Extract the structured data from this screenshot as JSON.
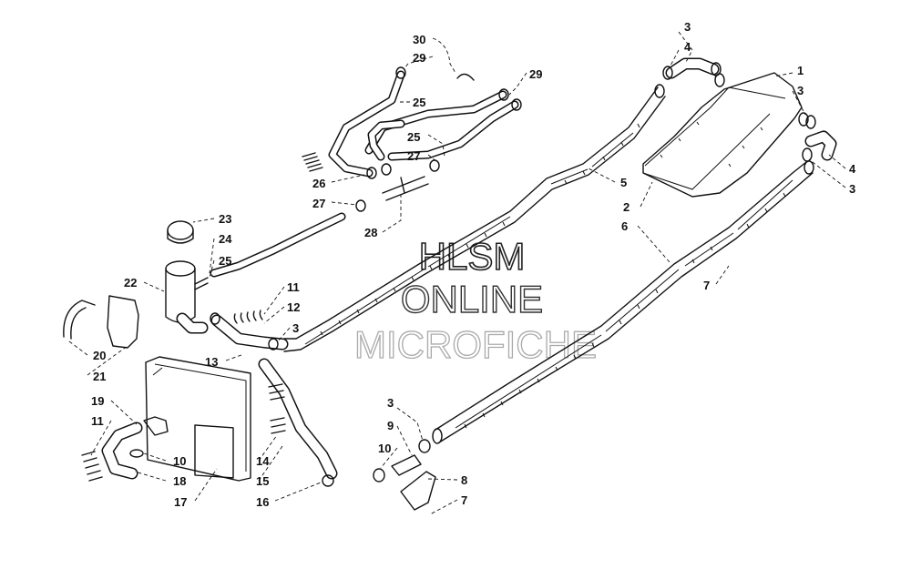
{
  "watermark": {
    "line1": "HLSM",
    "line2": "ONLINE",
    "line3": "MICROFICHE"
  },
  "callouts": [
    {
      "id": "c30",
      "text": "30"
    },
    {
      "id": "c29a",
      "text": "29"
    },
    {
      "id": "c29b",
      "text": "29"
    },
    {
      "id": "c25a",
      "text": "25"
    },
    {
      "id": "c25b",
      "text": "25"
    },
    {
      "id": "c27a",
      "text": "27"
    },
    {
      "id": "c26",
      "text": "26"
    },
    {
      "id": "c27b",
      "text": "27"
    },
    {
      "id": "c28",
      "text": "28"
    },
    {
      "id": "c23",
      "text": "23"
    },
    {
      "id": "c24",
      "text": "24"
    },
    {
      "id": "c25c",
      "text": "25"
    },
    {
      "id": "c22",
      "text": "22"
    },
    {
      "id": "c11a",
      "text": "11"
    },
    {
      "id": "c12",
      "text": "12"
    },
    {
      "id": "c3a",
      "text": "3"
    },
    {
      "id": "c13",
      "text": "13"
    },
    {
      "id": "c20",
      "text": "20"
    },
    {
      "id": "c21",
      "text": "21"
    },
    {
      "id": "c19",
      "text": "19"
    },
    {
      "id": "c11b",
      "text": "11"
    },
    {
      "id": "c10a",
      "text": "10"
    },
    {
      "id": "c18",
      "text": "18"
    },
    {
      "id": "c17",
      "text": "17"
    },
    {
      "id": "c14",
      "text": "14"
    },
    {
      "id": "c15",
      "text": "15"
    },
    {
      "id": "c16",
      "text": "16"
    },
    {
      "id": "c3b",
      "text": "3"
    },
    {
      "id": "c4a",
      "text": "4"
    },
    {
      "id": "c1",
      "text": "1"
    },
    {
      "id": "c3c",
      "text": "3"
    },
    {
      "id": "c4b",
      "text": "4"
    },
    {
      "id": "c3d",
      "text": "3"
    },
    {
      "id": "c5",
      "text": "5"
    },
    {
      "id": "c2",
      "text": "2"
    },
    {
      "id": "c6",
      "text": "6"
    },
    {
      "id": "c7a",
      "text": "7"
    },
    {
      "id": "c3e",
      "text": "3"
    },
    {
      "id": "c9",
      "text": "9"
    },
    {
      "id": "c10b",
      "text": "10"
    },
    {
      "id": "c8",
      "text": "8"
    },
    {
      "id": "c7b",
      "text": "7"
    }
  ]
}
